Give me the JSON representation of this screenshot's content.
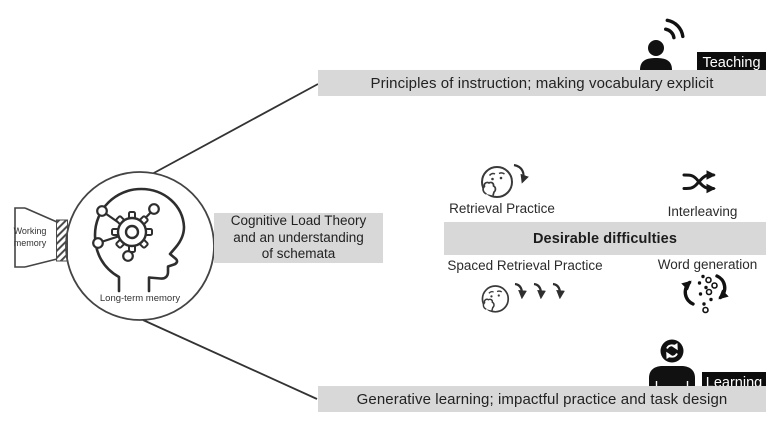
{
  "colors": {
    "bar_bg": "#d8d8d8",
    "label_bg": "#0d0d0d",
    "label_fg": "#ffffff",
    "ink": "#2b2b2b",
    "line": "#3a3a3a"
  },
  "memory": {
    "working": "Working memory",
    "long_term": "Long-term memory"
  },
  "clt": {
    "lines": [
      "Cognitive Load Theory",
      "and an understanding",
      "of schemata"
    ]
  },
  "teaching": {
    "label": "Teaching",
    "bar": "Principles of instruction; making vocabulary explicit",
    "icon": "speaking-person-icon"
  },
  "learning": {
    "label": "Learning",
    "bar": "Generative learning; impactful practice and task design",
    "icon": "processing-person-icon"
  },
  "difficulties": {
    "title": "Desirable difficulties",
    "retrieval": "Retrieval Practice",
    "interleaving": "Interleaving",
    "spaced": "Spaced Retrieval Practice",
    "word_generation": "Word generation",
    "icons": [
      "thinking-face-arrow-icon",
      "shuffle-arrows-icon",
      "thinking-face-three-arrows-icon",
      "dots-cycle-icon"
    ]
  }
}
